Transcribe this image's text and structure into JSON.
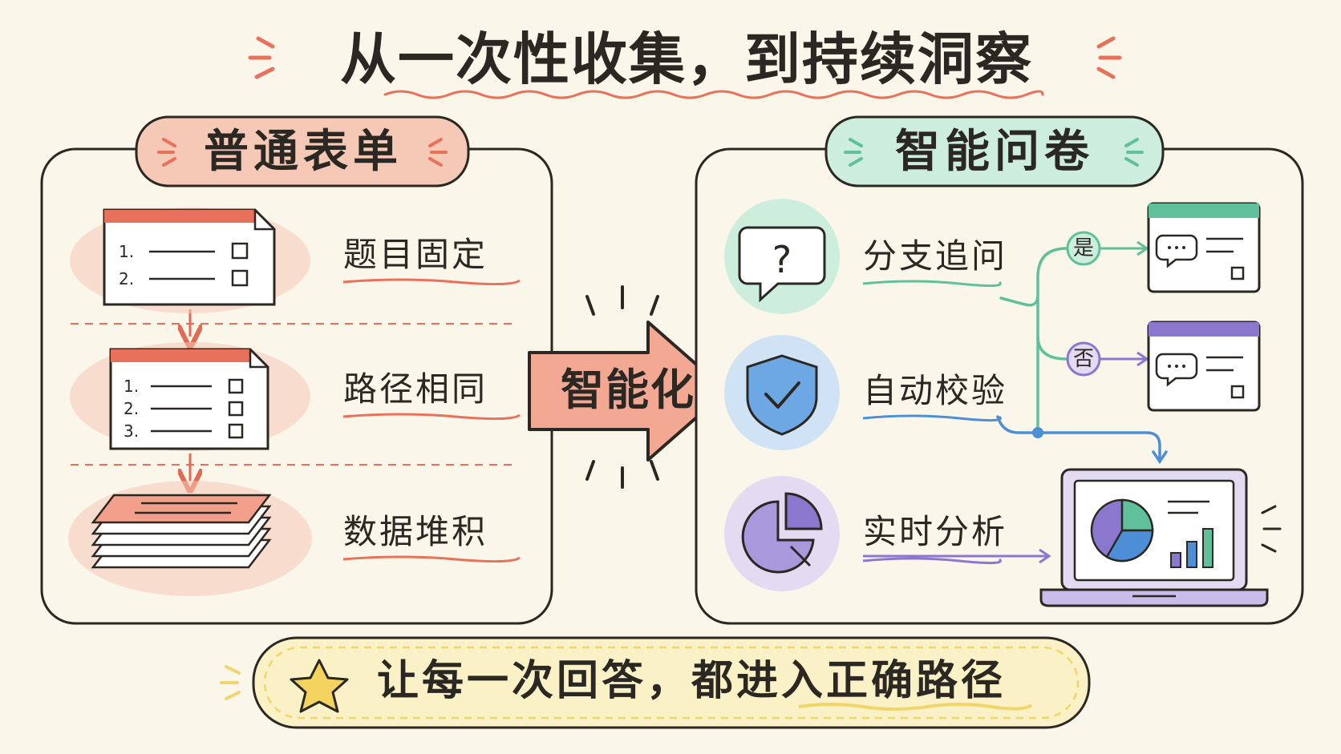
{
  "title": "从一次性收集，到持续洞察",
  "left_panel": {
    "label": "普通表单",
    "items": [
      {
        "label": "题目固定",
        "icon": "form-two-items-icon"
      },
      {
        "label": "路径相同",
        "icon": "form-three-items-icon"
      },
      {
        "label": "数据堆积",
        "icon": "paper-stack-icon"
      }
    ],
    "form1_numbers": [
      "1.",
      "2."
    ],
    "form2_numbers": [
      "1.",
      "2.",
      "3."
    ]
  },
  "arrow": {
    "label": "智能化"
  },
  "right_panel": {
    "label": "智能问卷",
    "items": [
      {
        "label": "分支追问",
        "icon": "question-bubble-icon"
      },
      {
        "label": "自动校验",
        "icon": "shield-check-icon"
      },
      {
        "label": "实时分析",
        "icon": "pie-chart-icon"
      }
    ],
    "branch_yes": "是",
    "branch_no": "否"
  },
  "footer": "让每一次回答，都进入正确路径",
  "colors": {
    "background": "#fbf6ea",
    "coral": "#e8715c",
    "coral_light": "#f6c9b6",
    "mint": "#5fc09a",
    "mint_light": "#cdeedd",
    "blue": "#4d8fd6",
    "blue_light": "#cfe3f5",
    "purple": "#8a78cf",
    "purple_light": "#e2dbf2",
    "yellow": "#f1d56a",
    "yellow_light": "#fbf1c6",
    "ink": "#2b2722"
  }
}
